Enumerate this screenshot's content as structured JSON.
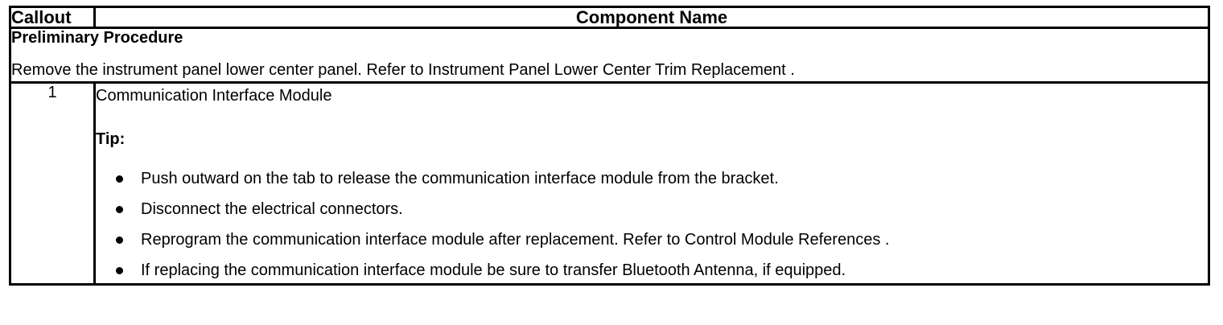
{
  "table": {
    "header": {
      "callout_label": "Callout",
      "component_label": "Component Name"
    },
    "preliminary": {
      "title": "Preliminary Procedure",
      "text": "Remove the instrument panel lower center panel. Refer to Instrument Panel Lower Center Trim Replacement ."
    },
    "rows": [
      {
        "callout": "1",
        "component_name": "Communication Interface Module",
        "tip_label": "Tip:",
        "bullets": [
          "Push outward on the tab to release the communication interface module from the bracket.",
          "Disconnect the electrical connectors.",
          "Reprogram the communication interface module after replacement. Refer to Control Module References .",
          "If replacing the communication interface module be sure to transfer Bluetooth Antenna, if equipped."
        ]
      }
    ]
  },
  "colors": {
    "border": "#000000",
    "text": "#000000",
    "background": "#ffffff"
  }
}
